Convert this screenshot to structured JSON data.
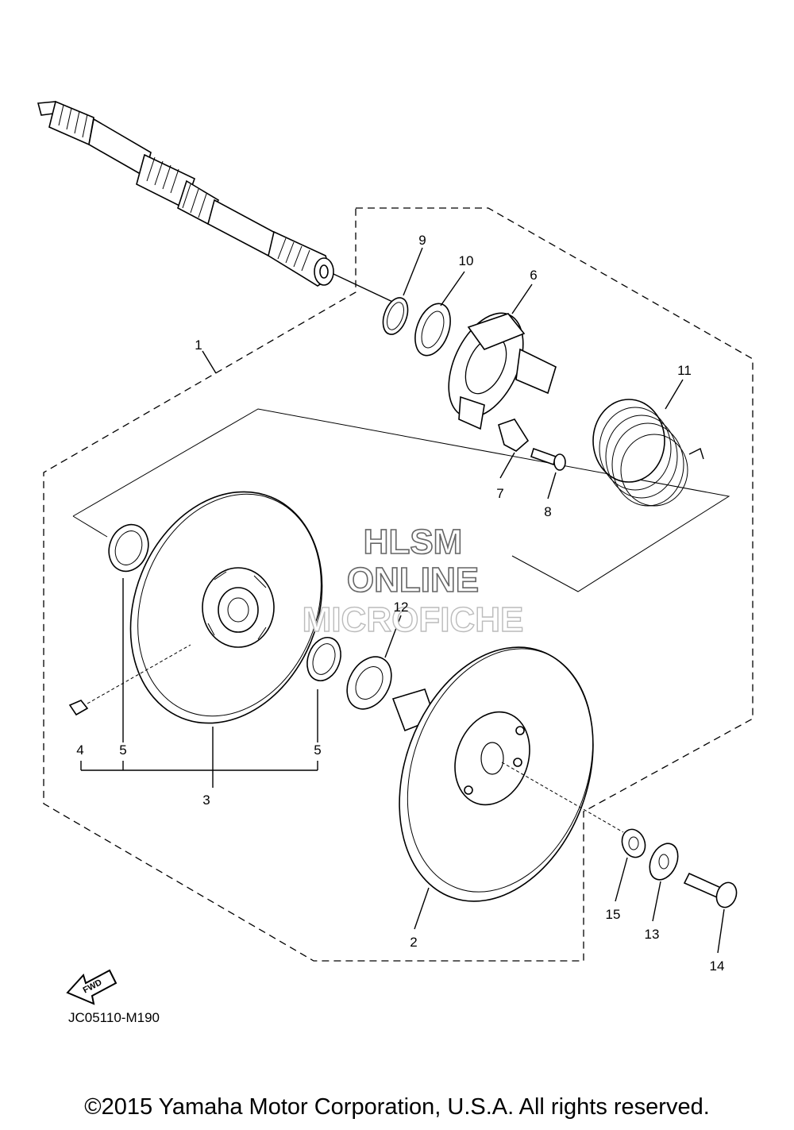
{
  "labels": {
    "p1": "1",
    "p2": "2",
    "p3": "3",
    "p4": "4",
    "p5a": "5",
    "p5b": "5",
    "p6": "6",
    "p7": "7",
    "p8": "8",
    "p9": "9",
    "p10": "10",
    "p11": "11",
    "p12": "12",
    "p13": "13",
    "p14": "14",
    "p15": "15"
  },
  "fwd_label": "FWD",
  "diagram_code": "JC05110-M190",
  "watermark": {
    "line1": "HLSM",
    "line2": "ONLINE",
    "line3": "MICROFICHE"
  },
  "copyright": "©2015 Yamaha Motor Corporation, U.S.A. All rights reserved."
}
